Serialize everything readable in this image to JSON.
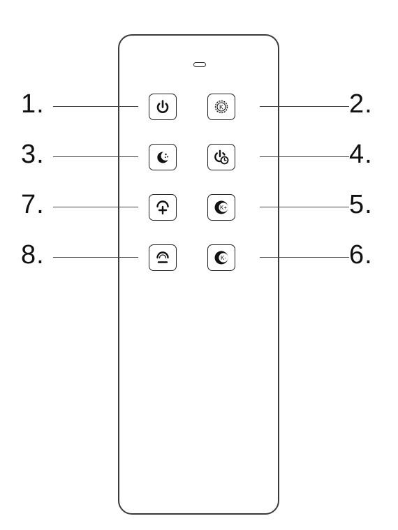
{
  "callouts": {
    "c1": "1.",
    "c2": "2.",
    "c3": "3.",
    "c4": "4.",
    "c5": "5.",
    "c6": "6.",
    "c7": "7.",
    "c8": "8."
  },
  "buttons": {
    "power": {
      "icon": "power-icon"
    },
    "k_mode": {
      "icon": "k-circle-icon",
      "glyph": "K"
    },
    "night": {
      "icon": "moon-stars-icon"
    },
    "timer": {
      "icon": "power-timer-icon"
    },
    "k_plus": {
      "icon": "k-plus-moon-icon",
      "glyph": "K+"
    },
    "k_minus": {
      "icon": "k-minus-moon-icon",
      "glyph": "K-"
    },
    "bright_up": {
      "icon": "brightness-up-icon"
    },
    "bright_down": {
      "icon": "brightness-down-icon"
    }
  },
  "colors": {
    "stroke": "#222222",
    "outline": "#3a3a3a"
  }
}
